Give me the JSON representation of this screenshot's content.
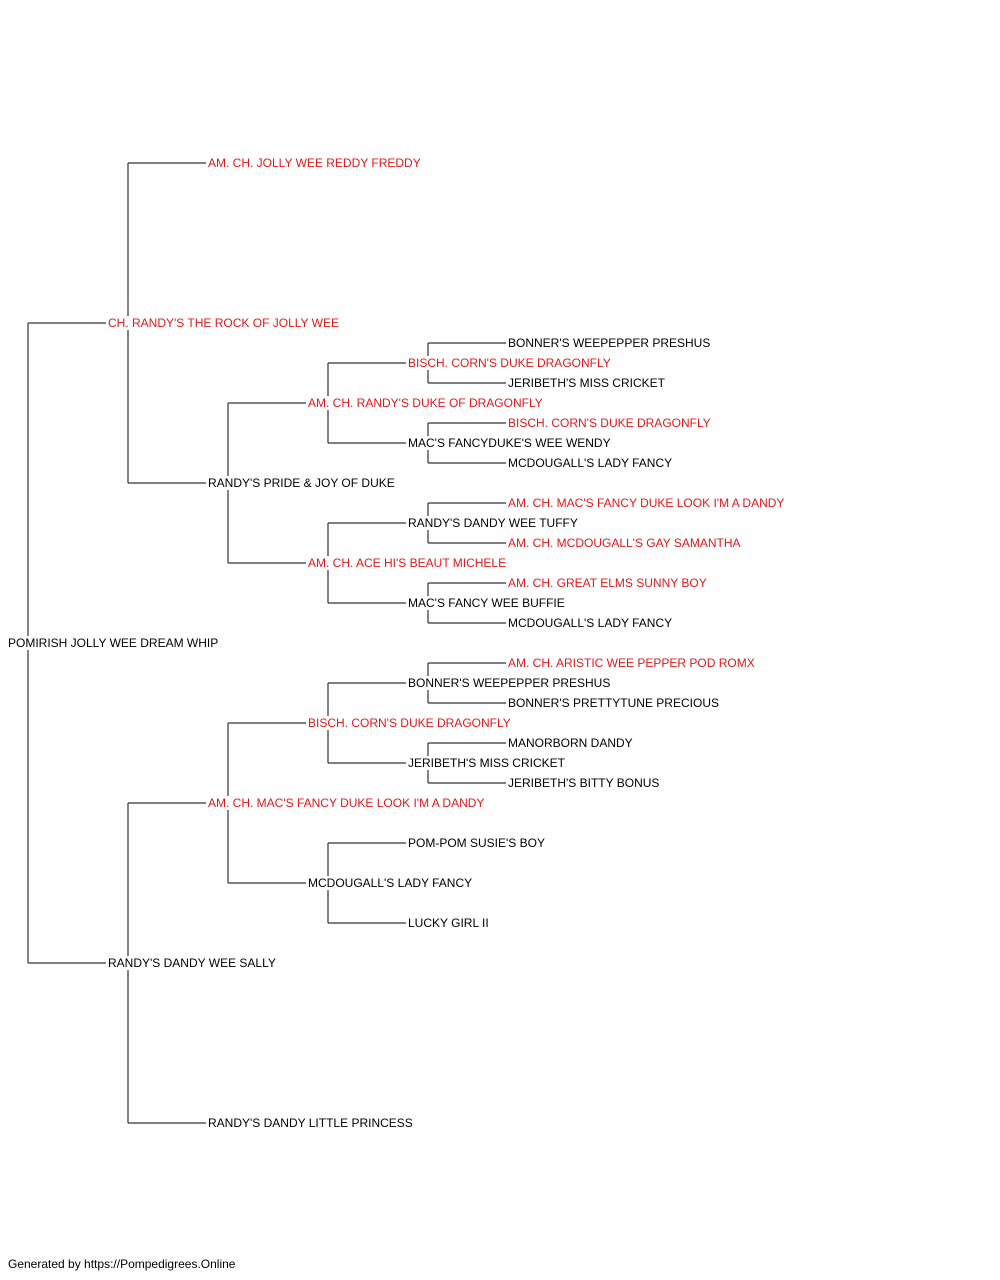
{
  "footer": "Generated by https://Pompedigrees.Online",
  "colors": {
    "champion": "#e0191c",
    "normal": "#000000",
    "line": "#333333"
  },
  "pedigree": {
    "name": "POMIRISH JOLLY WEE DREAM WHIP",
    "champion": false,
    "sire": {
      "name": "CH. RANDY'S THE ROCK OF JOLLY WEE",
      "champion": true,
      "sire": {
        "name": "AM. CH. JOLLY WEE REDDY FREDDY",
        "champion": true
      },
      "dam": {
        "name": "RANDY'S PRIDE & JOY OF DUKE",
        "champion": false,
        "sire": {
          "name": "AM. CH. RANDY'S DUKE OF DRAGONFLY",
          "champion": true,
          "sire": {
            "name": "BISCH. CORN'S DUKE DRAGONFLY",
            "champion": true,
            "sire": {
              "name": "BONNER'S WEEPEPPER PRESHUS",
              "champion": false
            },
            "dam": {
              "name": "JERIBETH'S MISS CRICKET",
              "champion": false
            }
          },
          "dam": {
            "name": "MAC'S FANCYDUKE'S WEE WENDY",
            "champion": false,
            "sire": {
              "name": "BISCH. CORN'S DUKE DRAGONFLY",
              "champion": true
            },
            "dam": {
              "name": "MCDOUGALL'S LADY FANCY",
              "champion": false
            }
          }
        },
        "dam": {
          "name": "AM. CH. ACE HI'S BEAUT MICHELE",
          "champion": true,
          "sire": {
            "name": "RANDY'S DANDY WEE TUFFY",
            "champion": false,
            "sire": {
              "name": "AM. CH. MAC'S FANCY DUKE LOOK I'M A DANDY",
              "champion": true
            },
            "dam": {
              "name": "AM. CH. MCDOUGALL'S GAY SAMANTHA",
              "champion": true
            }
          },
          "dam": {
            "name": "MAC'S FANCY WEE BUFFIE",
            "champion": false,
            "sire": {
              "name": "AM. CH. GREAT ELMS SUNNY BOY",
              "champion": true
            },
            "dam": {
              "name": "MCDOUGALL'S LADY FANCY",
              "champion": false
            }
          }
        }
      }
    },
    "dam": {
      "name": "RANDY'S DANDY WEE SALLY",
      "champion": false,
      "sire": {
        "name": "AM. CH. MAC'S FANCY DUKE LOOK I'M A DANDY",
        "champion": true,
        "sire": {
          "name": "BISCH. CORN'S DUKE DRAGONFLY",
          "champion": true,
          "sire": {
            "name": "BONNER'S WEEPEPPER PRESHUS",
            "champion": false,
            "sire": {
              "name": "AM. CH. ARISTIC WEE PEPPER POD ROMX",
              "champion": true
            },
            "dam": {
              "name": "BONNER'S PRETTYTUNE PRECIOUS",
              "champion": false
            }
          },
          "dam": {
            "name": "JERIBETH'S MISS CRICKET",
            "champion": false,
            "sire": {
              "name": "MANORBORN DANDY",
              "champion": false
            },
            "dam": {
              "name": "JERIBETH'S BITTY BONUS",
              "champion": false
            }
          }
        },
        "dam": {
          "name": "MCDOUGALL'S LADY FANCY",
          "champion": false,
          "sire": {
            "name": "POM-POM SUSIE'S BOY",
            "champion": false
          },
          "dam": {
            "name": "LUCKY GIRL II",
            "champion": false
          }
        }
      },
      "dam": {
        "name": "RANDY'S DANDY LITTLE PRINCESS",
        "champion": false
      }
    }
  }
}
